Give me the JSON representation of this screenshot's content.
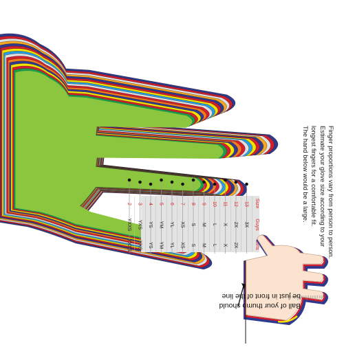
{
  "instructions": {
    "lines": [
      "Finger proportions vary from person to person.",
      "Estimate your glove size according to your",
      "longest fingers for a comfortable fit.",
      "The hand below would be a large."
    ]
  },
  "size_chart": {
    "headers": [
      "Size",
      "Guys",
      "Girls"
    ],
    "rows": [
      [
        "13",
        "3X",
        ""
      ],
      [
        "12",
        "2X",
        "2X"
      ],
      [
        "11",
        "X",
        "X"
      ],
      [
        "10",
        "L",
        "L"
      ],
      [
        "9",
        "M",
        "M"
      ],
      [
        "8",
        "S",
        "S"
      ],
      [
        "7",
        "XS",
        "XS"
      ],
      [
        "6",
        "YL",
        "YL"
      ],
      [
        "5",
        "YM",
        "YM"
      ],
      [
        "4",
        "YS",
        "YS"
      ],
      [
        "3",
        "YXS",
        "YXS"
      ],
      [
        "2",
        "YXXS",
        "YXXS"
      ]
    ],
    "header_color": "#d9262e",
    "band_color": "#e3e3e3"
  },
  "thumb_note": {
    "line1": "Ball of your thumb should",
    "line2": "be just in front of the line"
  },
  "colors": {
    "green_hand": "#8cc63f",
    "rings": [
      "#2f3a8f",
      "#d21f2b",
      "#e0e0e0",
      "#f5a623",
      "#2f3a8f",
      "#d21f2b",
      "#f2e200",
      "#2a9de0",
      "#e0e0e0",
      "#d21f2b",
      "#f47a20",
      "#2f3a8f",
      "#f2e200",
      "#d21f2b",
      "#1f9a4a"
    ],
    "skin": "#fbe3cf"
  }
}
